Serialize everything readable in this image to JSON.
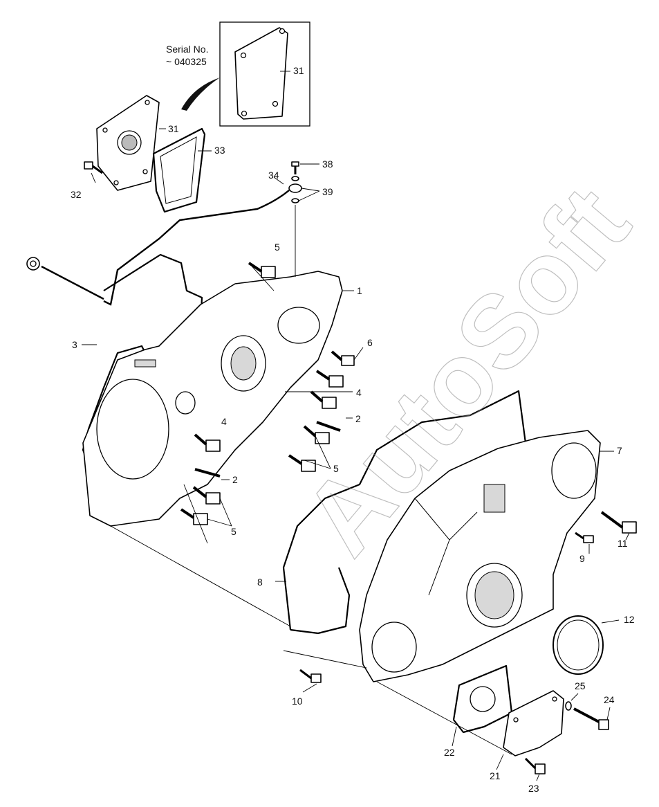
{
  "note": {
    "line1": "Serial No.",
    "line2": "~ 040325"
  },
  "watermark": "AutoSoft",
  "callouts": [
    {
      "id": "c1",
      "text": "1"
    },
    {
      "id": "c2a",
      "text": "2"
    },
    {
      "id": "c2b",
      "text": "2"
    },
    {
      "id": "c3",
      "text": "3"
    },
    {
      "id": "c4a",
      "text": "4"
    },
    {
      "id": "c4b",
      "text": "4"
    },
    {
      "id": "c5a",
      "text": "5"
    },
    {
      "id": "c5b",
      "text": "5"
    },
    {
      "id": "c5c",
      "text": "5"
    },
    {
      "id": "c6",
      "text": "6"
    },
    {
      "id": "c7",
      "text": "7"
    },
    {
      "id": "c8",
      "text": "8"
    },
    {
      "id": "c9",
      "text": "9"
    },
    {
      "id": "c10",
      "text": "10"
    },
    {
      "id": "c11",
      "text": "11"
    },
    {
      "id": "c12",
      "text": "12"
    },
    {
      "id": "c21",
      "text": "21"
    },
    {
      "id": "c22",
      "text": "22"
    },
    {
      "id": "c23",
      "text": "23"
    },
    {
      "id": "c24",
      "text": "24"
    },
    {
      "id": "c25",
      "text": "25"
    },
    {
      "id": "c31a",
      "text": "31"
    },
    {
      "id": "c31b",
      "text": "31"
    },
    {
      "id": "c32",
      "text": "32"
    },
    {
      "id": "c33",
      "text": "33"
    },
    {
      "id": "c34",
      "text": "34"
    },
    {
      "id": "c38",
      "text": "38"
    },
    {
      "id": "c39",
      "text": "39"
    }
  ]
}
